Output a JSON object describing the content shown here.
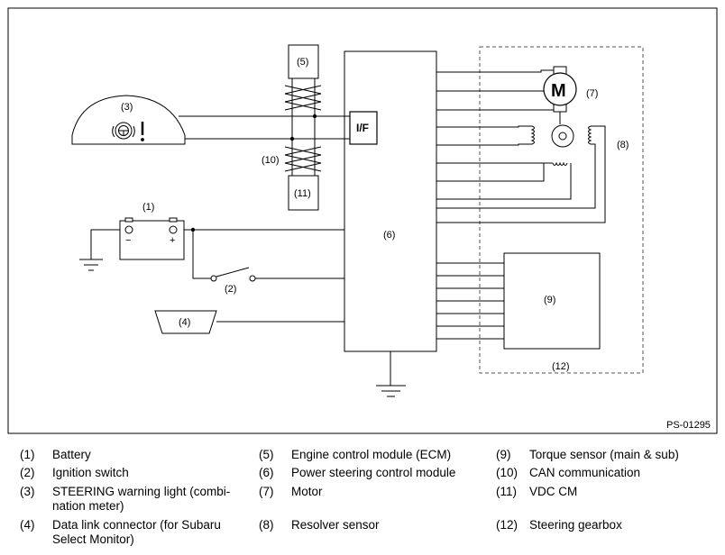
{
  "diagram": {
    "labels": {
      "c1": "(1)",
      "c2": "(2)",
      "c3": "(3)",
      "c4": "(4)",
      "c5": "(5)",
      "c6": "(6)",
      "c7": "(7)",
      "c8": "(8)",
      "c9": "(9)",
      "c10": "(10)",
      "c11": "(11)",
      "c12": "(12)"
    },
    "interface_label": "I/F",
    "motor_label": "M",
    "battery_minus": "−",
    "battery_plus": "+",
    "code": "PS-01295"
  },
  "legend": [
    {
      "num": "(1)",
      "text": "Battery"
    },
    {
      "num": "(2)",
      "text": "Ignition switch"
    },
    {
      "num": "(3)",
      "text": "STEERING warning light (combi-\nnation meter)"
    },
    {
      "num": "(4)",
      "text": "Data link connector (for Subaru\nSelect Monitor)"
    },
    {
      "num": "(5)",
      "text": "Engine control module (ECM)"
    },
    {
      "num": "(6)",
      "text": "Power steering control module"
    },
    {
      "num": "(7)",
      "text": "Motor"
    },
    {
      "num": "(8)",
      "text": "Resolver sensor"
    },
    {
      "num": "(9)",
      "text": "Torque sensor (main & sub)"
    },
    {
      "num": "(10)",
      "text": "CAN communication"
    },
    {
      "num": "(11)",
      "text": "VDC CM"
    },
    {
      "num": "(12)",
      "text": "Steering gearbox"
    }
  ]
}
